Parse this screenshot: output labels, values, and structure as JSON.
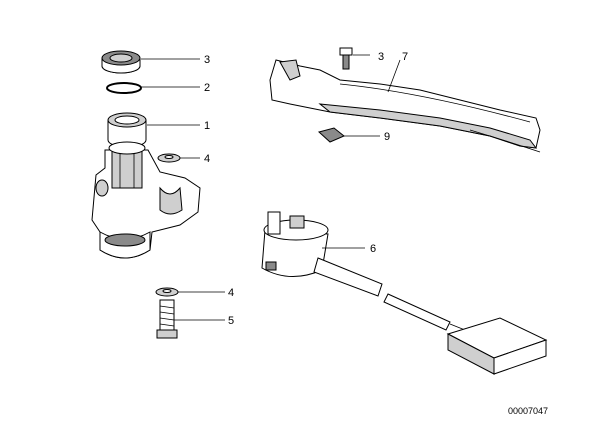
{
  "callouts": [
    {
      "id": "c3a",
      "label": "3"
    },
    {
      "id": "c2",
      "label": "2"
    },
    {
      "id": "c1",
      "label": "1"
    },
    {
      "id": "c4a",
      "label": "4"
    },
    {
      "id": "c3b",
      "label": "3"
    },
    {
      "id": "c7",
      "label": "7"
    },
    {
      "id": "c9",
      "label": "9"
    },
    {
      "id": "c6",
      "label": "6"
    },
    {
      "id": "c4b",
      "label": "4"
    },
    {
      "id": "c5",
      "label": "5"
    }
  ],
  "doc_id": "00007047"
}
